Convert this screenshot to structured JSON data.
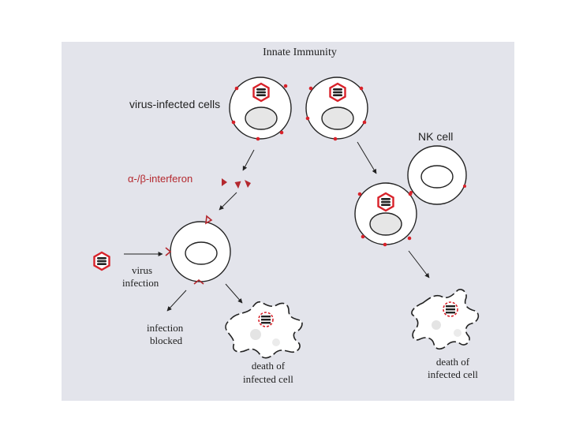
{
  "title": "Innate Immunity",
  "labels": {
    "infected_cells": "virus-infected cells",
    "interferon": "α-/β-interferon",
    "nk_cell": "NK cell",
    "virus_infection_line1": "virus",
    "virus_infection_line2": "infection",
    "blocked_line1": "infection",
    "blocked_line2": "blocked",
    "death_left_line1": "death of",
    "death_left_line2": "infected cell",
    "death_right_line1": "death of",
    "death_right_line2": "infected cell"
  },
  "colors": {
    "panel": "#e3e4eb",
    "virus_red": "#d8222a",
    "interferon_text": "#b4282e",
    "cell_fill": "#ffffff",
    "nucleus_fill": "#e6e6e6",
    "outline": "#222222"
  }
}
